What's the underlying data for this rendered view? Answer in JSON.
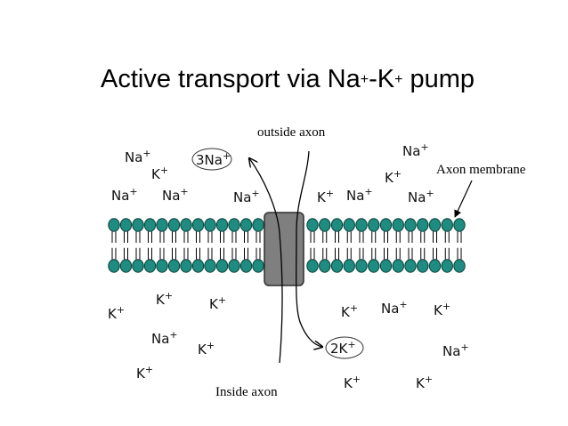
{
  "title": {
    "text": "Active transport via Na",
    "sup1": "+",
    "mid": "-K",
    "sup2": "+",
    "tail": " pump"
  },
  "labels": {
    "outside": "outside axon",
    "inside": "Inside axon",
    "membrane": "Axon membrane",
    "pump_out": "3Na",
    "pump_out_sup": "+",
    "pump_in": "2K",
    "pump_in_sup": "+"
  },
  "ions": {
    "na": "Na",
    "k": "K",
    "sup": "+"
  },
  "colors": {
    "head": "#1e8c80",
    "head_stroke": "#0c3e38",
    "pump": "#7f7f7f",
    "pump_stroke": "#2f2f2f"
  }
}
